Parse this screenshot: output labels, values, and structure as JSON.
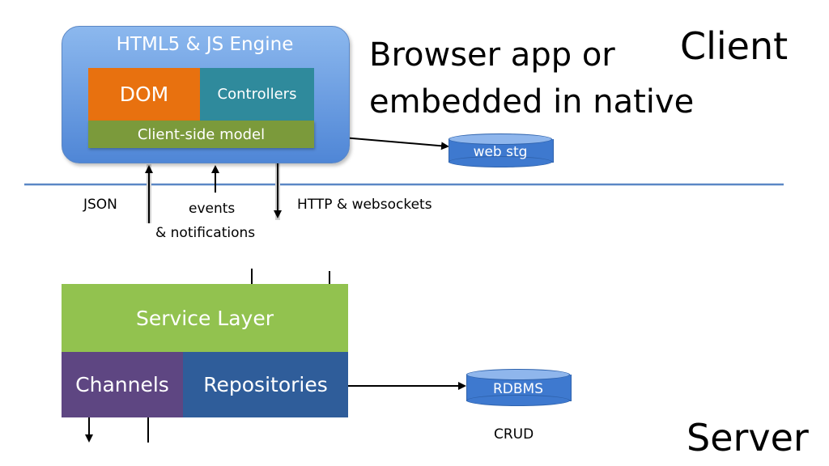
{
  "client": {
    "engine_title": "HTML5 & JS Engine",
    "dom_label": "DOM",
    "controllers_label": "Controllers",
    "model_label": "Client-side model",
    "heading_line1": "Browser app or",
    "heading_line2": "embedded in native",
    "side_label": "Client",
    "storage_label": "web stg"
  },
  "transport": {
    "json_label": "JSON",
    "events_line1": "events",
    "events_line2": "& notifications",
    "http_label": "HTTP & websockets"
  },
  "server": {
    "service_label": "Service Layer",
    "channels_label": "Channels",
    "repositories_label": "Repositories",
    "db_label": "RDBMS",
    "crud_label": "CRUD",
    "side_label": "Server"
  },
  "colors": {
    "engine": "#6a9ee3",
    "dom": "#e8710f",
    "controllers": "#2f8a9c",
    "client_model": "#7b9a3b",
    "service_layer": "#92c24f",
    "channels": "#5e4682",
    "repositories": "#2f5d9a",
    "divider": "#5b87c5"
  }
}
